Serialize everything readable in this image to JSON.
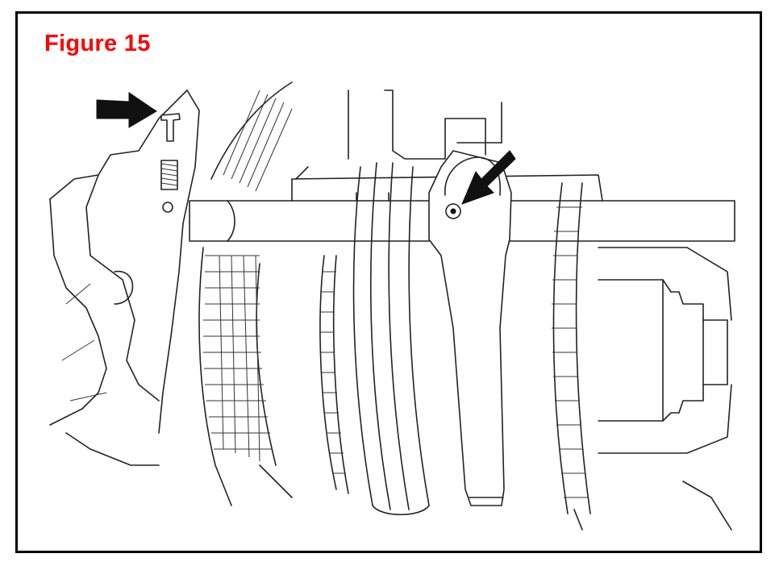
{
  "figure": {
    "title": "Figure 15",
    "title_color": "#ff0000",
    "frame_color": "#000000"
  },
  "callouts": [
    {
      "name": "arrow-icon",
      "target": "bolt"
    },
    {
      "name": "arrow-icon",
      "target": "shift-fork-pin"
    }
  ]
}
